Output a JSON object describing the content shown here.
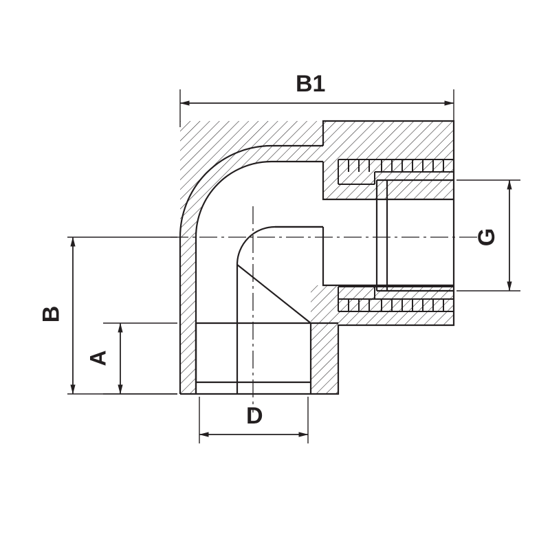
{
  "diagram": {
    "title": "Technical cross-section drawing of a 90-degree elbow pipe fitting",
    "type": "engineering-cross-section",
    "colors": {
      "outline": "#231f20",
      "hatch": "#231f20",
      "dimension": "#231f20",
      "background": "#ffffff",
      "fill": "#ffffff"
    },
    "dimension_labels": [
      {
        "id": "B1",
        "text": "B1",
        "orientation": "horizontal",
        "position": "top",
        "font_size": 34
      },
      {
        "id": "G",
        "text": "G",
        "orientation": "vertical",
        "position": "right",
        "font_size": 34
      },
      {
        "id": "B",
        "text": "B",
        "orientation": "vertical",
        "position": "left-outer",
        "font_size": 34
      },
      {
        "id": "A",
        "text": "A",
        "orientation": "vertical",
        "position": "left-inner",
        "font_size": 32
      },
      {
        "id": "D",
        "text": "D",
        "orientation": "horizontal",
        "position": "bottom",
        "font_size": 34
      }
    ],
    "line_styles": {
      "outline_width": 2.2,
      "dimension_width": 1.6,
      "hatch_width": 1.1,
      "centerline_dash": "18 5 3 5"
    }
  }
}
